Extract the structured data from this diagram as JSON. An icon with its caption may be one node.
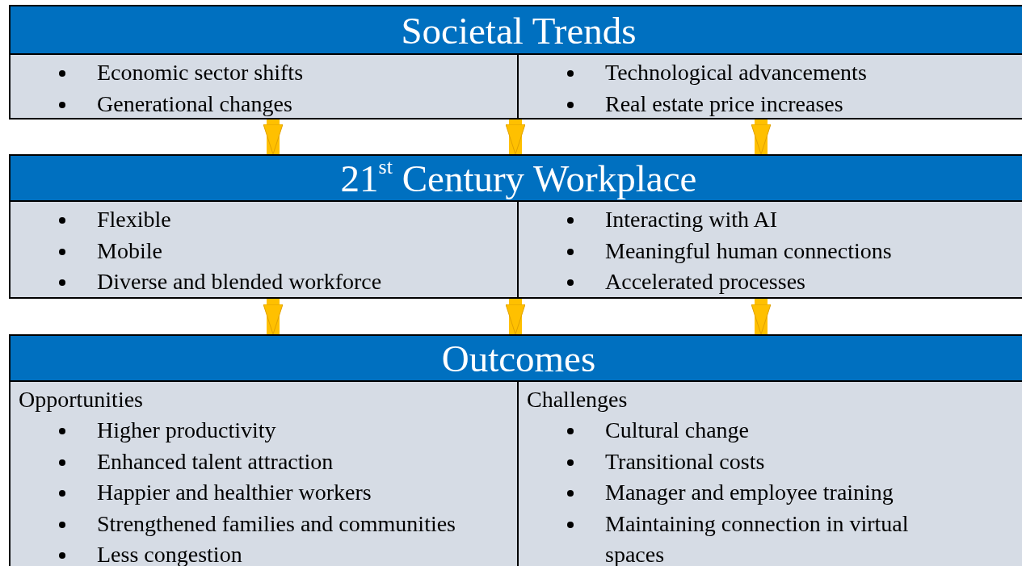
{
  "diagram": {
    "nodes": [
      {
        "text": [
          "Societal Trends"
        ]
      },
      {
        "text": [
          "Economic sector shifts",
          "Generational changes"
        ],
        "in": 0
      },
      {
        "text": [
          "Technological advancements",
          "Real estate price increases"
        ],
        "in": 0
      },
      {
        "text": [
          "21$^{st}$ Century Workplace"
        ]
      },
      {
        "text": [
          "Flexible",
          "Mobile",
          "Diverse and blended workforce"
        ],
        "in": 3
      },
      {
        "text": [
          "Interacting with AI",
          "Meaningful human connections",
          "Accelerated processes"
        ],
        "in": 3
      },
      {
        "text": [
          "Outcomes"
        ]
      },
      {
        "text": [
          "Opportunities",
          "Higher productivity",
          "Enhanced talent attraction",
          "Happier and healthier workers",
          "Strengthened families and communities",
          "Less congestion"
        ],
        "in": 6
      },
      {
        "text": [
          "Challenges",
          "Cultural change",
          "Transitional costs",
          "Manager and employee training",
          "Maintaining connection in virtual spaces"
        ],
        "in": 6
      }
    ],
    "edges": [
      {
        "from": 0,
        "to": 3,
        "arrow": "to"
      },
      {
        "from": 0,
        "to": 3,
        "arrow": "to"
      },
      {
        "from": 0,
        "to": 3,
        "arrow": "to"
      },
      {
        "from": 3,
        "to": 6,
        "arrow": "to"
      },
      {
        "from": 3,
        "to": 6,
        "arrow": "to"
      },
      {
        "from": 3,
        "to": 6,
        "arrow": "to"
      }
    ]
  }
}
